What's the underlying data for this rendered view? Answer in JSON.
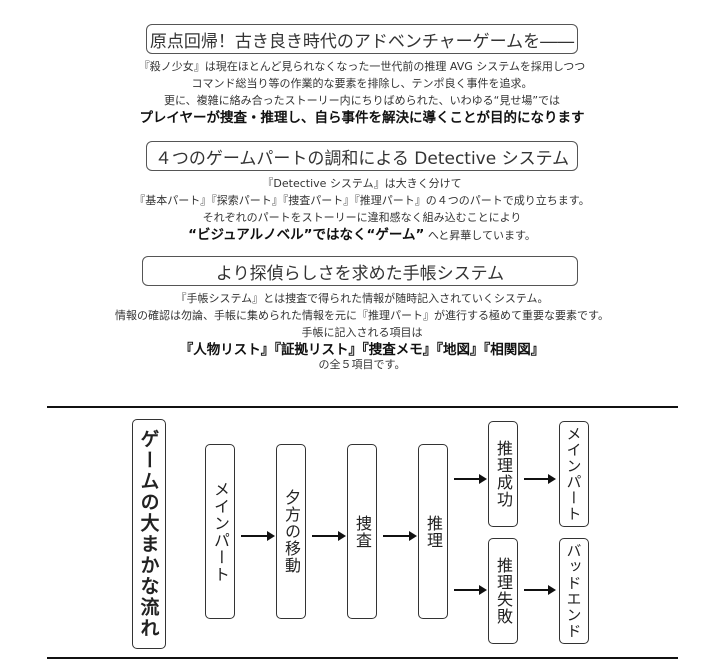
{
  "sections": [
    {
      "heading": "原点回帰！古き良き時代のアドベンチャーゲームを――",
      "lines": [
        "『殺ノ少女』は現在ほとんど見られなくなった一世代前の推理 AVG システムを採用しつつ",
        "コマンド総当り等の作業的な要素を排除し、テンポ良く事件を追求。",
        "更に、複雑に絡み合ったストーリー内にちりばめられた、いわゆる“見せ場”では"
      ],
      "emphasis": "プレイヤーが捜査・推理し、自ら事件を解決に導くことが目的になります"
    },
    {
      "heading": "４つのゲームパートの調和による Detective システム",
      "lines": [
        "『Detective システム』は大きく分けて",
        "『基本パート』『探索パート』『捜査パート』『推理パート』の４つのパートで成り立ちます。",
        "それぞれのパートをストーリーに違和感なく組み込むことにより"
      ],
      "emphasis_bold": "“ビジュアルノベル”ではなく“ゲーム”",
      "emphasis_tail": "へと昇華しています。"
    },
    {
      "heading": "より探偵らしさを求めた手帳システム",
      "lines": [
        "『手帳システム』とは捜査で得られた情報が随時記入されていくシステム。",
        "情報の確認は勿論、手帳に集められた情報を元に『推理パート』が進行する極めて重要な要素です。",
        "手帳に記入される項目は"
      ],
      "emphasis": "『人物リスト』『証拠リスト』『捜査メモ』『地図』『相関図』",
      "tail": "の全５項目です。"
    }
  ],
  "flow": {
    "title": "ゲームの大まかな流れ",
    "steps": [
      "メインパート",
      "夕方の移動",
      "捜査",
      "推理"
    ],
    "success": "推理成功",
    "failure": "推理失敗",
    "success_result": "メインパート",
    "failure_result": "バッドエンド"
  }
}
